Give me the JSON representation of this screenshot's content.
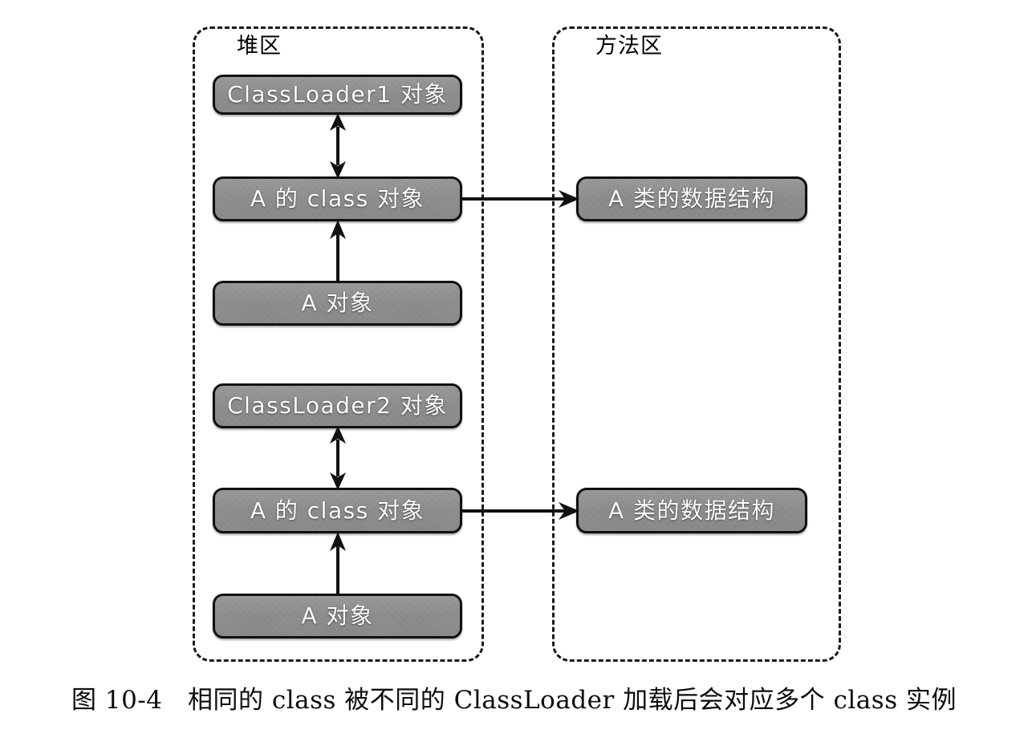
{
  "figure": {
    "caption": "图 10-4　相同的 class 被不同的 ClassLoader 加载后会对应多个 class 实例",
    "caption_number": "图 10-4",
    "caption_text": "相同的 class 被不同的 ClassLoader 加载后会对应多个 class 实例"
  },
  "colors": {
    "node_fill": "#8d8d8d",
    "node_border": "#111111",
    "node_text": "#ffffff",
    "region_border": "#1a1a1a",
    "arrow": "#111111",
    "background": "#ffffff"
  },
  "regions": [
    {
      "id": "heap",
      "label": "堆区"
    },
    {
      "id": "method",
      "label": "方法区"
    }
  ],
  "nodes": {
    "heap": [
      {
        "id": "classloader1-object",
        "label": "ClassLoader1 对象"
      },
      {
        "id": "a-class-object-1",
        "label": "A 的 class 对象"
      },
      {
        "id": "a-object-1",
        "label": "A 对象"
      },
      {
        "id": "classloader2-object",
        "label": "ClassLoader2 对象"
      },
      {
        "id": "a-class-object-2",
        "label": "A 的 class 对象"
      },
      {
        "id": "a-object-2",
        "label": "A 对象"
      }
    ],
    "method": [
      {
        "id": "a-class-data-structure-1",
        "label": "A 类的数据结构"
      },
      {
        "id": "a-class-data-structure-2",
        "label": "A 类的数据结构"
      }
    ]
  },
  "arrows": [
    {
      "id": "cl1-to-aclass1",
      "from": "classloader1-object",
      "to": "a-class-object-1",
      "style": "double",
      "direction": "vertical"
    },
    {
      "id": "aobj1-to-aclass1",
      "from": "a-object-1",
      "to": "a-class-object-1",
      "style": "single",
      "direction": "up"
    },
    {
      "id": "aclass1-to-struct1",
      "from": "a-class-object-1",
      "to": "a-class-data-structure-1",
      "style": "single",
      "direction": "right"
    },
    {
      "id": "cl2-to-aclass2",
      "from": "classloader2-object",
      "to": "a-class-object-2",
      "style": "double",
      "direction": "vertical"
    },
    {
      "id": "aobj2-to-aclass2",
      "from": "a-object-2",
      "to": "a-class-object-2",
      "style": "single",
      "direction": "up"
    },
    {
      "id": "aclass2-to-struct2",
      "from": "a-class-object-2",
      "to": "a-class-data-structure-2",
      "style": "single",
      "direction": "right"
    }
  ]
}
